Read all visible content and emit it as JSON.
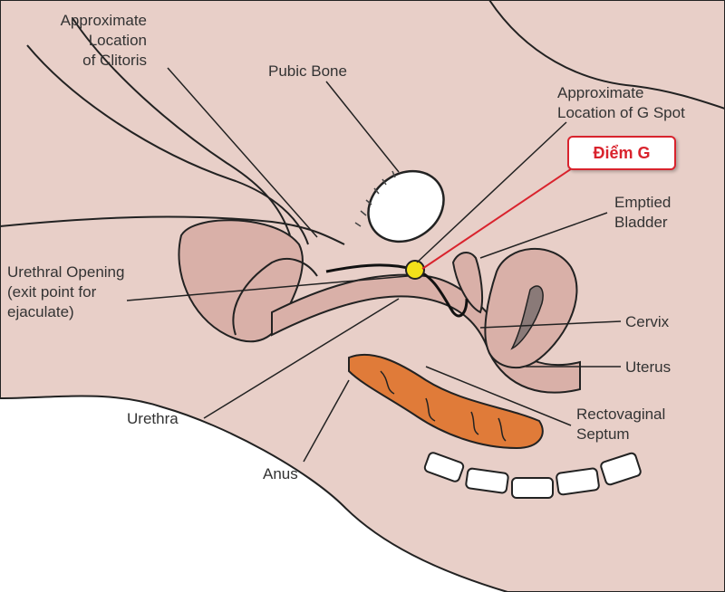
{
  "labels": {
    "clitoris": "Approximate\nLocation\nof Clitoris",
    "pubic_bone": "Pubic Bone",
    "g_spot": "Approximate\nLocation of G Spot",
    "bladder": "Emptied\nBladder",
    "urethral_opening": "Urethral Opening\n(exit point for\nejaculate)",
    "cervix": "Cervix",
    "uterus": "Uterus",
    "urethra": "Urethra",
    "rectovaginal_septum": "Rectovaginal\nSeptum",
    "anus": "Anus"
  },
  "callout": {
    "text": "Điểm G"
  },
  "colors": {
    "skin": "#e8cfc8",
    "tissue": "#d9b0a8",
    "rectum": "#e07b39",
    "outline": "#222222",
    "g_spot": "#f2e01a",
    "callout": "#d9232d"
  }
}
